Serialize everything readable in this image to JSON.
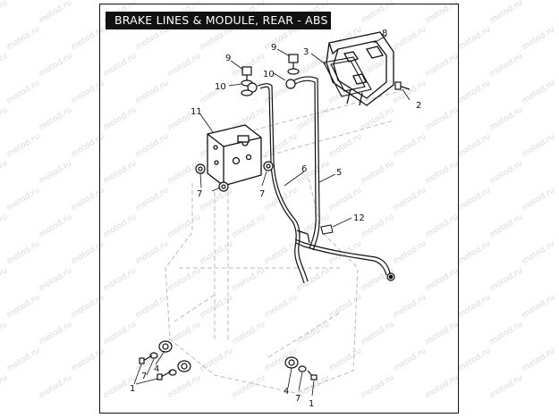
{
  "title": "BRAKE LINES & MODULE, REAR - ABS",
  "watermark_text": "motod.ru",
  "callouts": {
    "c1a": "1",
    "c1b": "1",
    "c2": "2",
    "c3": "3",
    "c4a": "4",
    "c4b": "4",
    "c5": "5",
    "c6": "6",
    "c7a": "7",
    "c7b": "7",
    "c7c": "7",
    "c7d": "7",
    "c8": "8",
    "c9a": "9",
    "c9b": "9",
    "c10a": "10",
    "c10b": "10",
    "c11": "11",
    "c12": "12"
  }
}
